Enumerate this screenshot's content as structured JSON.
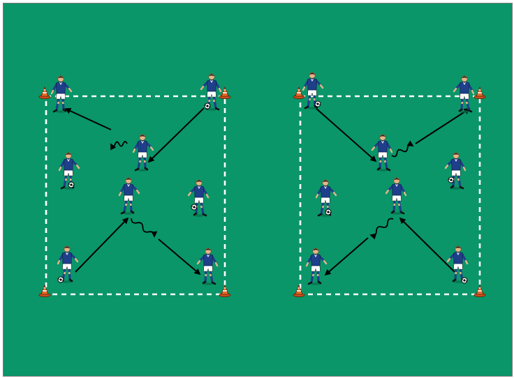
{
  "diagram": {
    "pitch_color": "#0a9668",
    "line_color": "#ffffff",
    "arrow_color": "#000000",
    "jersey_color": "#1f3f8a",
    "shorts_color": "#ffffff",
    "socks_color": "#1f3f8a",
    "skin_color": "#e8b48a",
    "hair_color": "#2a1a10",
    "cone_color": "#e86a2a",
    "drills": [
      {
        "id": "left-square",
        "cones": [
          "top-left",
          "top-right",
          "bottom-left",
          "bottom-right"
        ],
        "players": [
          {
            "id": "corner-top-left",
            "ball": false
          },
          {
            "id": "corner-top-right",
            "ball": true
          },
          {
            "id": "corner-bottom-left",
            "ball": true
          },
          {
            "id": "corner-bottom-right",
            "ball": false
          },
          {
            "id": "side-left",
            "ball": true
          },
          {
            "id": "side-right",
            "ball": true
          },
          {
            "id": "center-upper",
            "ball": false
          },
          {
            "id": "center",
            "ball": false
          }
        ]
      },
      {
        "id": "right-square",
        "cones": [
          "top-left",
          "top-right",
          "bottom-left",
          "bottom-right"
        ],
        "players": [
          {
            "id": "corner-top-left",
            "ball": true
          },
          {
            "id": "corner-top-right",
            "ball": false
          },
          {
            "id": "corner-bottom-left",
            "ball": false
          },
          {
            "id": "corner-bottom-right",
            "ball": true
          },
          {
            "id": "side-left",
            "ball": true
          },
          {
            "id": "side-right",
            "ball": true
          },
          {
            "id": "center-upper",
            "ball": false
          },
          {
            "id": "center",
            "ball": false
          }
        ]
      }
    ]
  }
}
